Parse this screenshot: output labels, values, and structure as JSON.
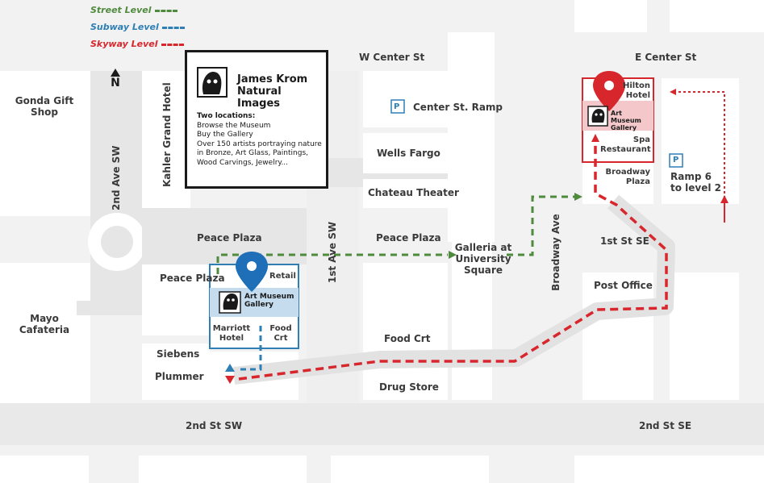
{
  "legend": {
    "street": "Street Level",
    "subway": "Subway Level",
    "skyway": "Skyway Level"
  },
  "colors": {
    "street": "#4f8a3e",
    "subway": "#2e7fb5",
    "skyway": "#d7262c",
    "building": "#ffffff",
    "plaza": "#e6e6e6",
    "street_bg": "#f2f2f2",
    "gallery_blue": "#c4dced",
    "gallery_red": "#f4c7ca",
    "pin_blue": "#1f6fb8",
    "pin_red": "#d7262c"
  },
  "compass": {
    "label": "N",
    "icon": "north-arrow-icon"
  },
  "info": {
    "title": "James Krom Natural Images",
    "line1": "Two locations:",
    "line2": "Browse the Museum",
    "line3": "Buy the Gallery",
    "line4": "Over 150 artists portraying nature in Bronze, Art Glass, Paintings, Wood Carvings, Jewelry..."
  },
  "streets": {
    "w_center": "W Center St",
    "e_center": "E Center St",
    "second_ave_sw": "2nd Ave SW",
    "first_ave_sw": "1st Ave SW",
    "broadway_ave": "Broadway Ave",
    "first_st_se": "1st St SE",
    "second_st_sw": "2nd St SW",
    "second_st_se": "2nd St SE"
  },
  "places": {
    "gonda": "Gonda Gift Shop",
    "mayo": "Mayo Cafateria",
    "kahler": "Kahler Grand Hotel",
    "peace_plaza_top": "Peace Plaza",
    "peace_plaza_left": "Peace Plaza",
    "peace_plaza_right": "Peace Plaza",
    "retail": "Retail",
    "gallery_left": "Art Museum Gallery",
    "marriott": "Marriott Hotel",
    "food_crt_left": "Food Crt",
    "siebens": "Siebens",
    "plummer": "Plummer",
    "center_ramp": "Center St. Ramp",
    "wells_fargo": "Wells Fargo",
    "chateau": "Chateau Theater",
    "galleria": "Galleria at University Square",
    "food_crt": "Food Crt",
    "drug_store": "Drug Store",
    "hilton": "Hilton Hotel",
    "gallery_right": "Art Museum Gallery",
    "spa": "Spa Restaurant",
    "broadway_plaza": "Broadway Plaza",
    "ramp6": "Ramp 6",
    "ramp6_sub": "to level 2",
    "post_office": "Post Office",
    "parking": "P"
  }
}
